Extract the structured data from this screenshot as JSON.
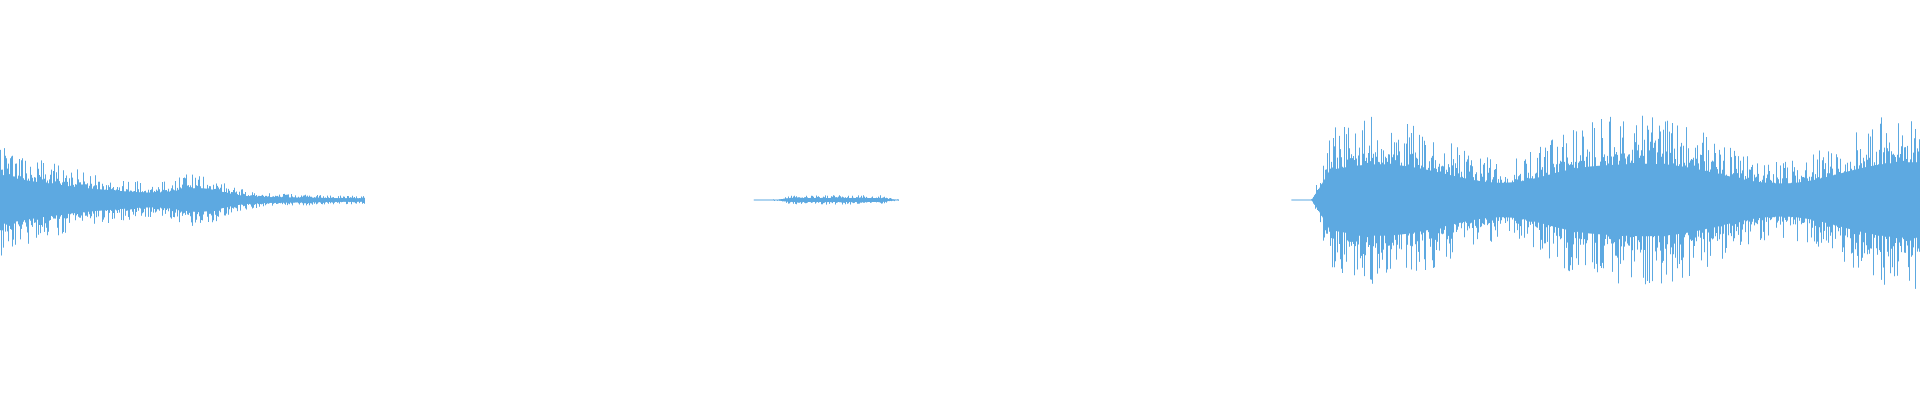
{
  "waveform": {
    "color": "#5DA9E1",
    "background": "#FFFFFF",
    "segments": [
      {
        "name": "decaying-burst",
        "start_fraction": 0.0,
        "end_fraction": 0.19,
        "peak_amplitude": 0.42,
        "envelope": "decay"
      },
      {
        "name": "quiet-blip",
        "start_fraction": 0.403,
        "end_fraction": 0.468,
        "peak_amplitude": 0.03,
        "envelope": "flat"
      },
      {
        "name": "loud-passage",
        "start_fraction": 0.683,
        "end_fraction": 1.0,
        "peak_amplitude": 0.69,
        "envelope": "swell"
      }
    ]
  }
}
